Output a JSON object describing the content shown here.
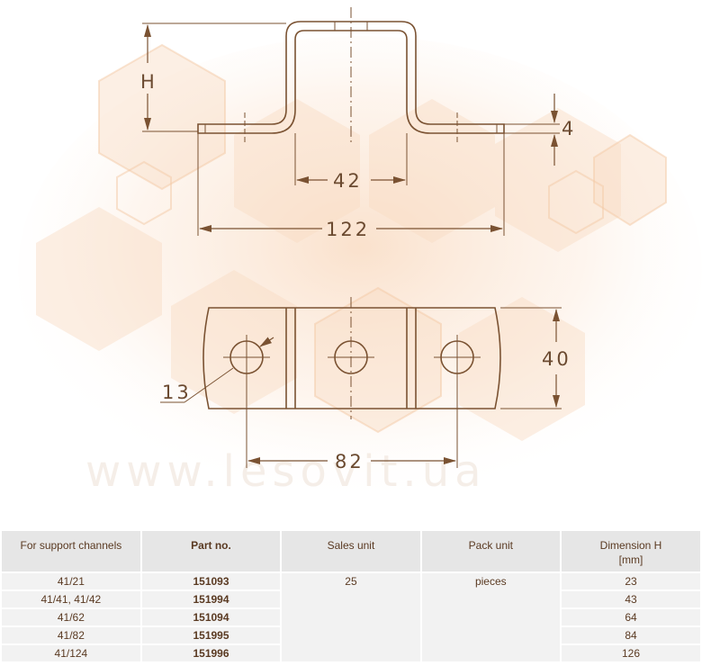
{
  "drawing": {
    "dims": {
      "height_label": "H",
      "thickness": "4",
      "inner_width": "42",
      "overall_length": "122",
      "hole_diameter": "13",
      "width": "40",
      "hole_spacing": "82"
    },
    "watermark": "www.lesovit.ua"
  },
  "table": {
    "headers": {
      "channels": "For support channels",
      "part_no": "Part no.",
      "sales_unit": "Sales unit",
      "pack_unit": "Pack unit",
      "dimension_h": "Dimension H",
      "dimension_h_unit": "[mm]"
    },
    "sales_unit_value": "25",
    "pack_unit_value": "pieces",
    "rows": [
      {
        "channels": "41/21",
        "part_no": "151093",
        "dimension_h": "23"
      },
      {
        "channels": "41/41, 41/42",
        "part_no": "151994",
        "dimension_h": "43"
      },
      {
        "channels": "41/62",
        "part_no": "151094",
        "dimension_h": "64"
      },
      {
        "channels": "41/82",
        "part_no": "151995",
        "dimension_h": "84"
      },
      {
        "channels": "41/124",
        "part_no": "151996",
        "dimension_h": "126"
      }
    ]
  },
  "colors": {
    "line": "#7a5232",
    "header_bg": "#e6e6e6",
    "cell_bg": "#f2f2f2",
    "text": "#5a3a22"
  }
}
